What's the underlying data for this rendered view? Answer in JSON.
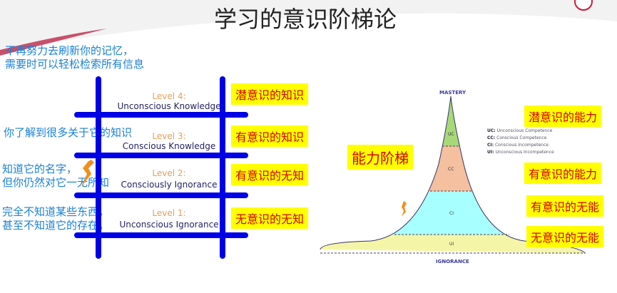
{
  "title": "学习的意识阶梯论",
  "left_notes": [
    "不再努力去刷新你的记忆，",
    "需要时可以轻松检索所有信息",
    "你了解到很多关于它的知识",
    "知道它的名字，",
    "但你仍然对它一无所知",
    "完全不知道某些东西，",
    "甚至不知道它的存在。"
  ],
  "levels": [
    {
      "level": "Level 4:",
      "name": "Unconscious Knowledge",
      "cn": "潜意识的知识"
    },
    {
      "level": "Level 3:",
      "name": "Conscious Knowledge",
      "cn": "有意识的知识"
    },
    {
      "level": "Level 2:",
      "name": "Consciously Ignorance",
      "cn": "有意识的无知"
    },
    {
      "level": "Level 1:",
      "name": "Unconscious Ignorance",
      "cn": "无意识的无知"
    }
  ],
  "pyramid": {
    "label": "能力阶梯",
    "top": "MASTERY",
    "bottom": "IGNORANCE",
    "bands": [
      "UC",
      "CC",
      "CI",
      "UI"
    ],
    "legend": [
      {
        "k": "UC:",
        "v": "Unconscious Competence"
      },
      {
        "k": "CC:",
        "v": "Conscious Competence"
      },
      {
        "k": "CI:",
        "v": "Conscious Incompetence"
      },
      {
        "k": "UI:",
        "v": "Unconscious Incompetence"
      }
    ],
    "cn": [
      "潜意识的能力",
      "有意识的能力",
      "有意识的无能",
      "无意识的无能"
    ]
  },
  "colors": {
    "uc": "#a8d878",
    "cc": "#f5c0a0",
    "ci": "#a8ffff",
    "ui": "#f5f5a8",
    "bar": "#0000e6"
  }
}
